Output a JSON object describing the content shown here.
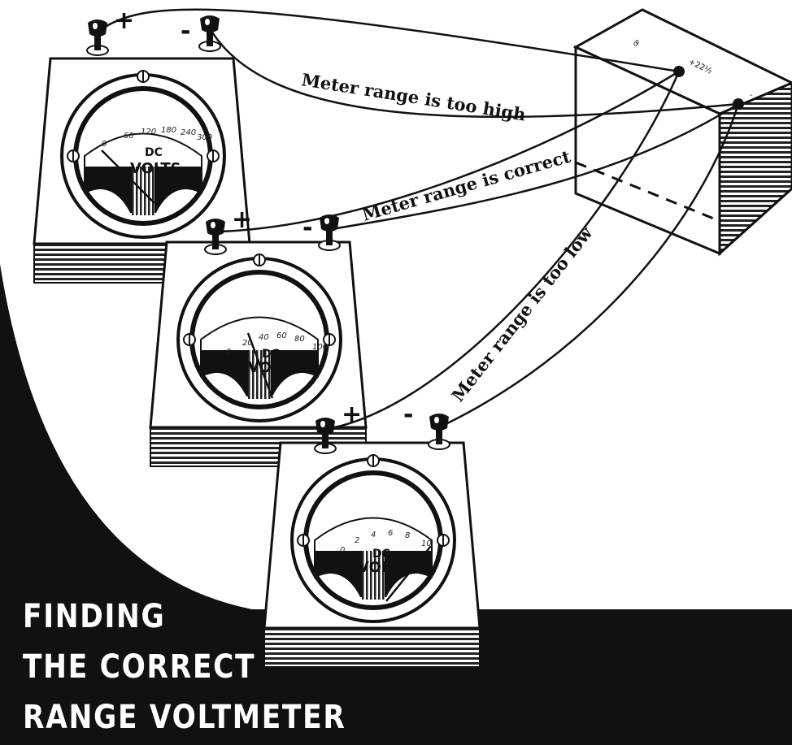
{
  "title": {
    "line1": "FINDING",
    "line2": "THE CORRECT",
    "line3": "RANGE VOLTMETER"
  },
  "wires": {
    "too_high": "Meter range is too high",
    "correct": "Meter range is correct",
    "too_low": "Meter range is too low"
  },
  "battery": {
    "label": "+22½",
    "symbol": "ϑ",
    "negative_sign": "-"
  },
  "terminal_signs": {
    "plus": "+",
    "minus": "-"
  },
  "meters": [
    {
      "dc": "DC",
      "volts": "VOLTS",
      "scale": [
        "0",
        "60",
        "120",
        "180",
        "240",
        "300"
      ]
    },
    {
      "dc": "DC",
      "volts": "VOLTS",
      "scale": [
        "0",
        "20",
        "40",
        "60",
        "80",
        "100"
      ]
    },
    {
      "dc": "DC",
      "volts": "VOLTS",
      "scale": [
        "0",
        "2",
        "4",
        "6",
        "8",
        "10"
      ]
    }
  ],
  "icons": [
    "binding-post-icon",
    "screw-icon",
    "meter-needle-icon"
  ]
}
